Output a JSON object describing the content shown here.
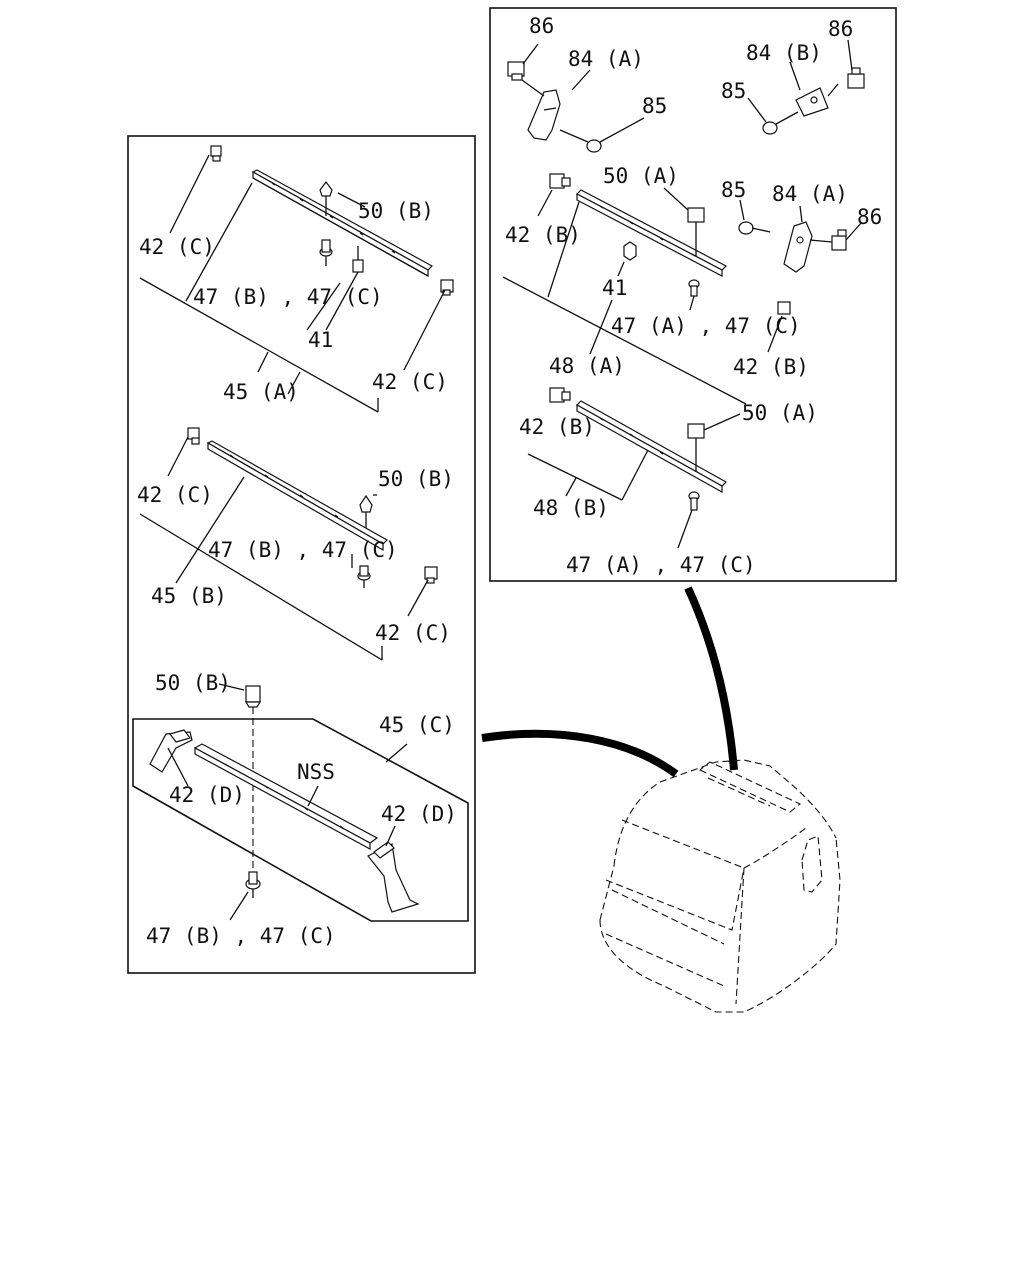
{
  "diagram": {
    "labels": {
      "l1": "50 (B)",
      "l2": "42 (C)",
      "l3": "47 (B) , 47 (C)",
      "l4": "41",
      "l5": "42 (C)",
      "l6": "45 (A)",
      "l7": "50 (B)",
      "l8": "42 (C)",
      "l9": "47 (B) , 47 (C)",
      "l10": "45 (B)",
      "l11": "42 (C)",
      "l12": "50 (B)",
      "l13": "45 (C)",
      "l14": "NSS",
      "l15": "42 (D)",
      "l16": "42 (D)",
      "l17": "47 (B) , 47 (C)",
      "r1": "86",
      "r2": "84 (A)",
      "r3": "86",
      "r4": "84 (B)",
      "r5": "85",
      "r6": "85",
      "r7": "50 (A)",
      "r8": "85",
      "r9": "84 (A)",
      "r10": "86",
      "r11": "42 (B)",
      "r12": "41",
      "r13": "47 (A) , 47 (C)",
      "r14": "48 (A)",
      "r15": "42 (B)",
      "r16": "50 (A)",
      "r17": "42 (B)",
      "r18": "48 (B)",
      "r19": "47 (A) , 47 (C)"
    }
  }
}
